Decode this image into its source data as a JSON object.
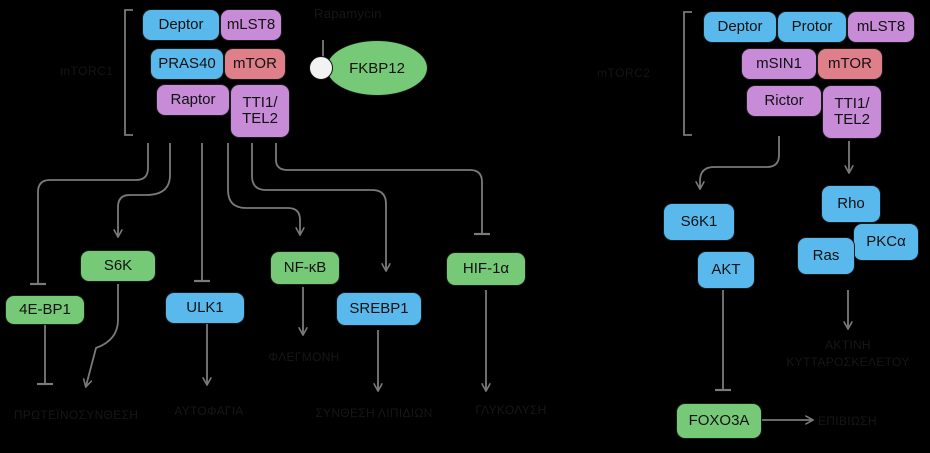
{
  "mtorc1": {
    "label": "mTORC1",
    "components": [
      "Deptor",
      "mLST8",
      "PRAS40",
      "mTOR",
      "Raptor",
      "TTI1/\nTEL2"
    ],
    "rapamycin": "Rapamycin",
    "fkbp12": "FKBP12",
    "targets": [
      "4E-BP1",
      "S6K",
      "ULK1",
      "NF-κB",
      "SREBP1",
      "HIF-1α"
    ],
    "outcomes": [
      "ΠΡΩΤΕΪΝΟΣΥΝΘΕΣΗ",
      "ΑΥΤΟΦΑΓΙΑ",
      "ΦΛΕΓΜΟΝΗ",
      "ΣΥΝΘΕΣΗ ΛΙΠΙΔΙΩΝ",
      "ΓΛΥΚΟΛΥΣΗ"
    ]
  },
  "mtorc2": {
    "label": "mTORC2",
    "components": [
      "Deptor",
      "Protor",
      "mLST8",
      "mSIN1",
      "mTOR",
      "Rictor",
      "TTI1/\nTEL2"
    ],
    "targets": [
      "S6K1",
      "AKT",
      "FOXO3A",
      "Rho",
      "PKCα",
      "Ras"
    ],
    "outcomes": [
      "ΕΠΙΒΙΩΣΗ",
      "ΑΚΤΙΝΗ",
      "ΚΥΤΤΑΡΟΣΚΕΛΕΤΟΥ"
    ]
  },
  "colors": {
    "scaffold_blue": "#5ab9ec",
    "scaffold_purple": "#c78bd8",
    "mtor_red": "#de7f8a",
    "target_green": "#76c976",
    "background": "#000000"
  }
}
